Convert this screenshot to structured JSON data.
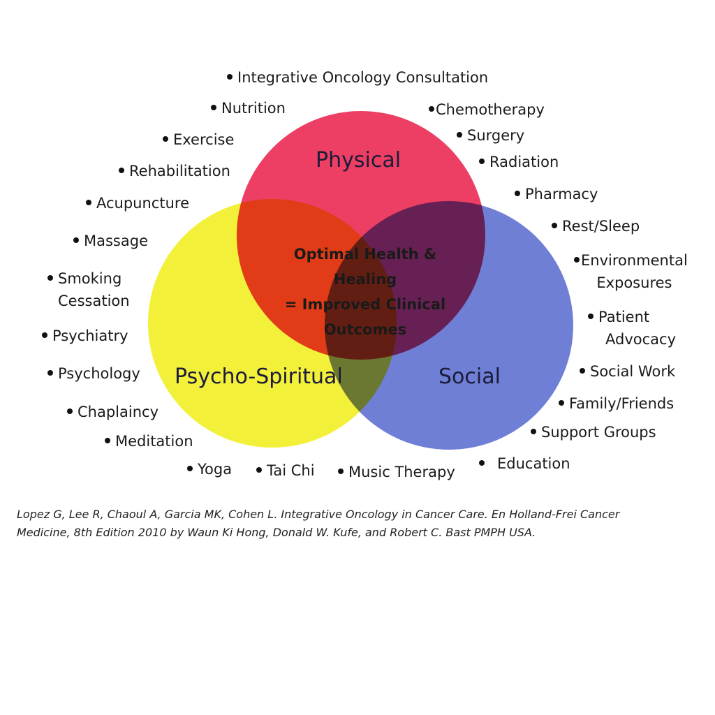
{
  "colors": {
    "physical": "#ec3f63",
    "social": "#6f7fd6",
    "psycho_spiritual": "#f3f03a",
    "center_text": "#1a1a1a"
  },
  "circles": {
    "physical": "Physical",
    "social": "Social",
    "psycho_spiritual": "Psycho-Spiritual"
  },
  "center": {
    "lines": [
      "Optimal Health &",
      "Healing",
      "= Improved Clinical",
      "Outcomes"
    ]
  },
  "items": {
    "integrative_oncology": "Integrative Oncology Consultation",
    "nutrition": "Nutrition",
    "exercise": "Exercise",
    "rehabilitation": "Rehabilitation",
    "acupuncture": "Acupuncture",
    "massage": "Massage",
    "smoking_cessation": [
      "Smoking",
      "Cessation"
    ],
    "psychiatry": "Psychiatry",
    "psychology": "Psychology",
    "chaplaincy": "Chaplaincy",
    "meditation": "Meditation",
    "yoga": "Yoga",
    "tai_chi": "Tai Chi",
    "music_therapy": "Music Therapy",
    "education": "Education",
    "support_groups": "Support Groups",
    "family_friends": "Family/Friends",
    "social_work": "Social Work",
    "patient_advocacy": [
      "Patient",
      "Advocacy"
    ],
    "environmental_exposures": [
      "Environmental",
      "Exposures"
    ],
    "rest_sleep": "Rest/Sleep",
    "pharmacy": "Pharmacy",
    "radiation": "Radiation",
    "surgery": "Surgery",
    "chemotherapy": "Chemotherapy"
  },
  "citation": {
    "line1": "Lopez G, Lee R, Chaoul A, Garcia MK, Cohen L. Integrative Oncology in Cancer Care. En Holland-Frei Cancer",
    "line2": "Medicine, 8th Edition 2010 by Waun Ki Hong, Donald W. Kufe, and  Robert C. Bast PMPH USA."
  }
}
